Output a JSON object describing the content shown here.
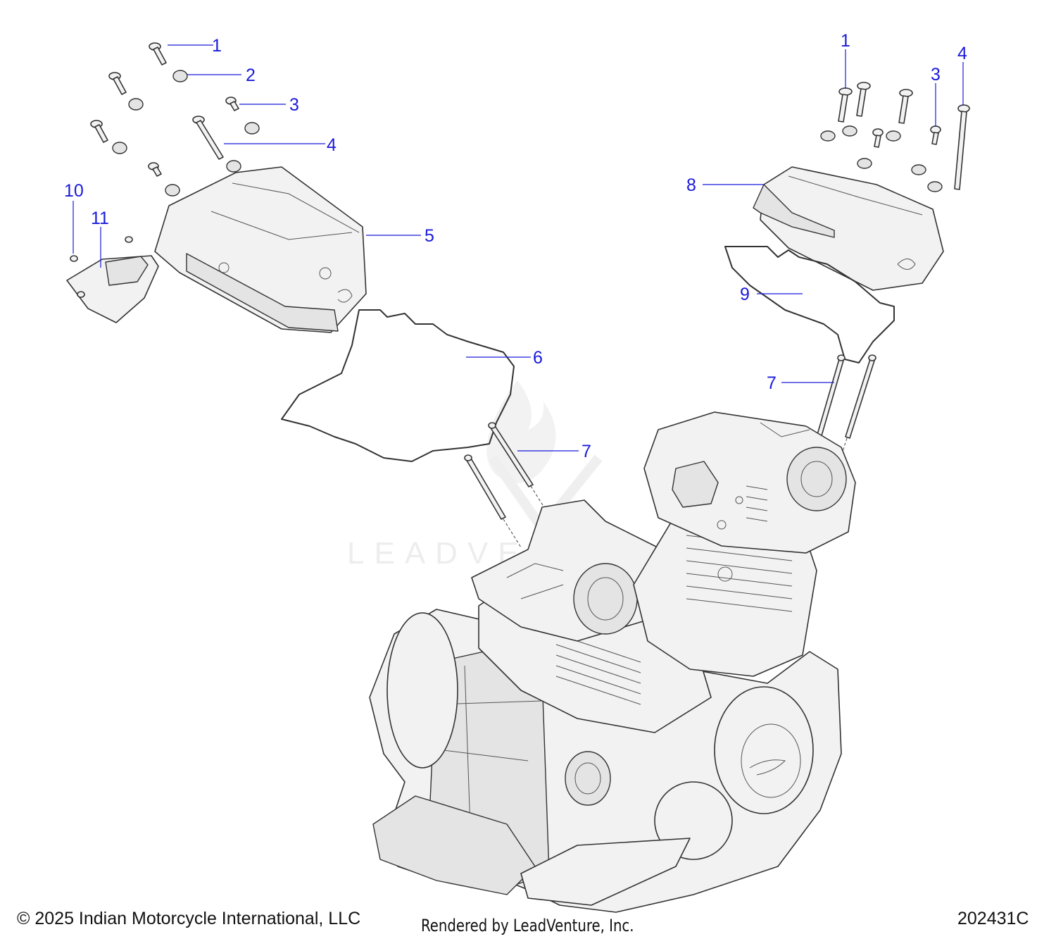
{
  "callouts": {
    "left_1": "1",
    "left_2": "2",
    "left_3": "3",
    "left_4": "4",
    "left_5": "5",
    "left_6": "6",
    "left_7": "7",
    "left_10": "10",
    "left_11": "11",
    "right_1": "1",
    "right_3": "3",
    "right_4": "4",
    "right_7": "7",
    "right_8": "8",
    "right_9": "9"
  },
  "watermark": "LEADVENTURE",
  "footer": {
    "copyright": "© 2025 Indian Motorcycle International, LLC",
    "rendered_by": "Rendered by LeadVenture, Inc.",
    "diagram_id": "202431C"
  },
  "colors": {
    "callout": "#1a1adb",
    "linework": "#333333",
    "watermark": "#d9d9d9"
  }
}
